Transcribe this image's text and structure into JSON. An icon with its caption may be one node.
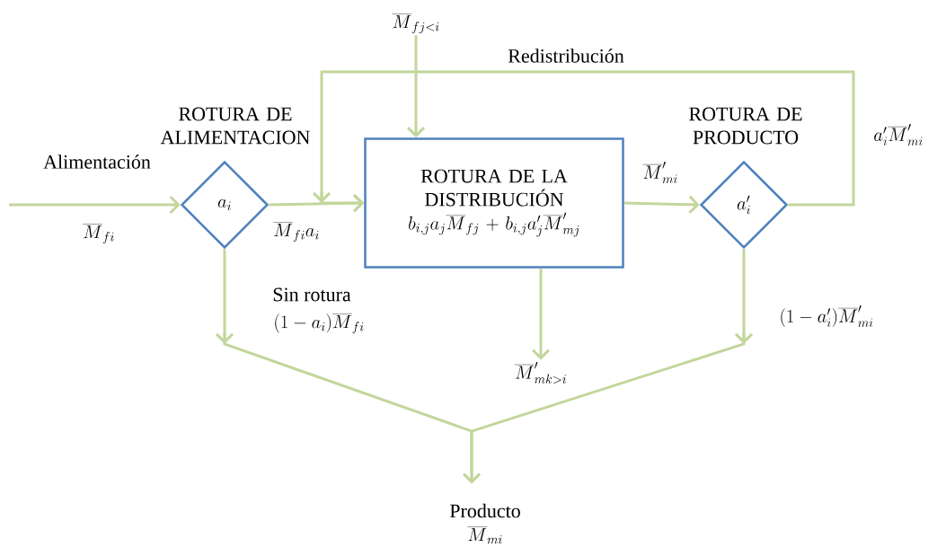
{
  "diagram": {
    "nodes": [
      {
        "text": [
          "ROTURA DE ALIMENTACION",
          "a_i"
        ]
      },
      {
        "text": [
          "ROTURA DE LA DISTRIBUCIÓN",
          "b_{i,j}a_j\\overline{M}_{fj} + b_{i,j}a'_j\\overline{M}'_{mj}"
        ]
      },
      {
        "text": [
          "ROTURA DE PRODUCTO",
          "a'_i"
        ]
      },
      {
        "text": [
          "\\overline{M}_{fj<i}"
        ]
      },
      {
        "text": [
          "\\overline{M}'_{mk>i}"
        ]
      },
      {
        "text": [
          "Producto",
          "\\overline{M}_{mi}"
        ]
      }
    ],
    "edges": [
      {
        "from": null,
        "to": 0,
        "arrow": "to",
        "label": "Alimentación"
      },
      {
        "from": 0,
        "to": 1,
        "arrow": "to",
        "label": "\\overline{M}_{fi}a_i"
      },
      {
        "from": 3,
        "to": 1,
        "arrow": "to"
      },
      {
        "from": 2,
        "to": 1,
        "arrow": "to",
        "label": "Redistribución"
      },
      {
        "from": 1,
        "to": 2,
        "arrow": "to",
        "label": "\\overline{M}'_{mi}"
      },
      {
        "from": 1,
        "to": 4,
        "arrow": "to"
      },
      {
        "from": 0,
        "to": 5,
        "arrow": "to",
        "label": "Sin rotura"
      },
      {
        "from": 2,
        "to": 5,
        "arrow": "to",
        "label": "(1-a'_i)\\overline{M}'_{mi}"
      }
    ],
    "labels": [
      "\\overline{M}_{fi}",
      "(1-a_i)\\overline{M}_{fi}",
      "a'_i\\overline{M}'_{mi}"
    ]
  }
}
